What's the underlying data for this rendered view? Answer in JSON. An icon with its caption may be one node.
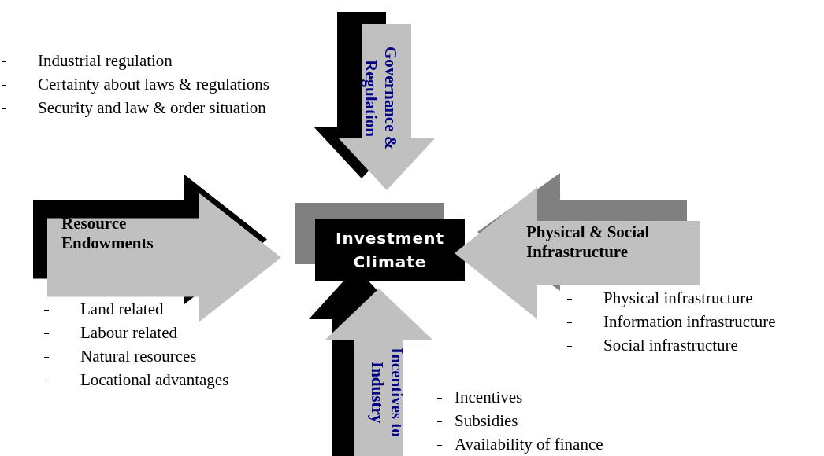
{
  "diagram": {
    "nodes": [
      {
        "text": [
          "Governance & Regulation"
        ],
        "beside": [
          "Industrial regulation",
          "Certainty about laws & regulations",
          "Security and law & order situation"
        ]
      },
      {
        "text": [
          "Resource Endowments"
        ],
        "beside": [
          "Land related",
          "Labour related",
          "Natural resources",
          "Locational advantages"
        ]
      },
      {
        "text": [
          "Investment Climate"
        ]
      },
      {
        "text": [
          "Physical & Social Infrastructure"
        ],
        "beside": [
          "Physical infrastructure",
          "Information infrastructure",
          "Social infrastructure"
        ]
      },
      {
        "text": [
          "Incentives to Industry"
        ],
        "beside": [
          "Incentives",
          "Subsidies",
          "Availability of finance"
        ]
      }
    ]
  }
}
